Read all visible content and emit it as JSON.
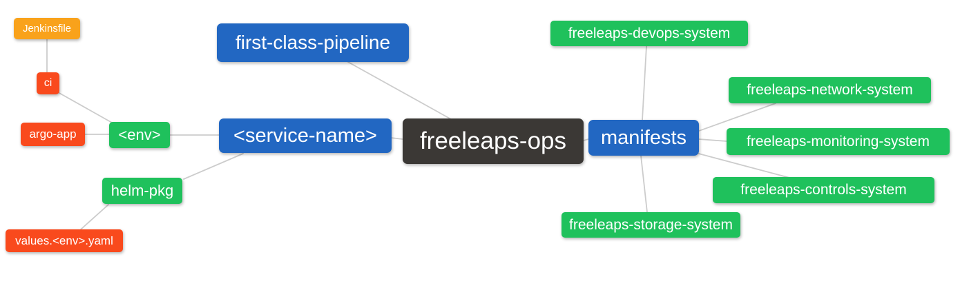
{
  "diagram": {
    "nodes": {
      "root": {
        "label": "freeleaps-ops"
      },
      "first_class_pipeline": {
        "label": "first-class-pipeline"
      },
      "service_name": {
        "label": "<service-name>"
      },
      "manifests": {
        "label": "manifests"
      },
      "env": {
        "label": "<env>"
      },
      "helm_pkg": {
        "label": "helm-pkg"
      },
      "ci": {
        "label": "ci"
      },
      "argo_app": {
        "label": "argo-app"
      },
      "jenkinsfile": {
        "label": "Jenkinsfile"
      },
      "values_env_yaml": {
        "label": "values.<env>.yaml"
      },
      "devops_system": {
        "label": "freeleaps-devops-system"
      },
      "network_system": {
        "label": "freeleaps-network-system"
      },
      "monitoring_system": {
        "label": "freeleaps-monitoring-system"
      },
      "controls_system": {
        "label": "freeleaps-controls-system"
      },
      "storage_system": {
        "label": "freeleaps-storage-system"
      }
    },
    "edges": [
      [
        "jenkinsfile",
        "ci"
      ],
      [
        "ci",
        "env"
      ],
      [
        "argo_app",
        "env"
      ],
      [
        "env",
        "service_name"
      ],
      [
        "helm_pkg",
        "service_name"
      ],
      [
        "values_env_yaml",
        "helm_pkg"
      ],
      [
        "first_class_pipeline",
        "root"
      ],
      [
        "service_name",
        "root"
      ],
      [
        "root",
        "manifests"
      ],
      [
        "manifests",
        "devops_system"
      ],
      [
        "manifests",
        "network_system"
      ],
      [
        "manifests",
        "monitoring_system"
      ],
      [
        "manifests",
        "controls_system"
      ],
      [
        "manifests",
        "storage_system"
      ]
    ],
    "colors": {
      "root_node": "#3b3835",
      "branch_node": "#2267c2",
      "leaf_green": "#1fc15c",
      "leaf_red": "#f94a1d",
      "leaf_orange": "#f9a21b",
      "edge": "#cccccc",
      "text": "#ffffff",
      "background": "#ffffff"
    }
  }
}
